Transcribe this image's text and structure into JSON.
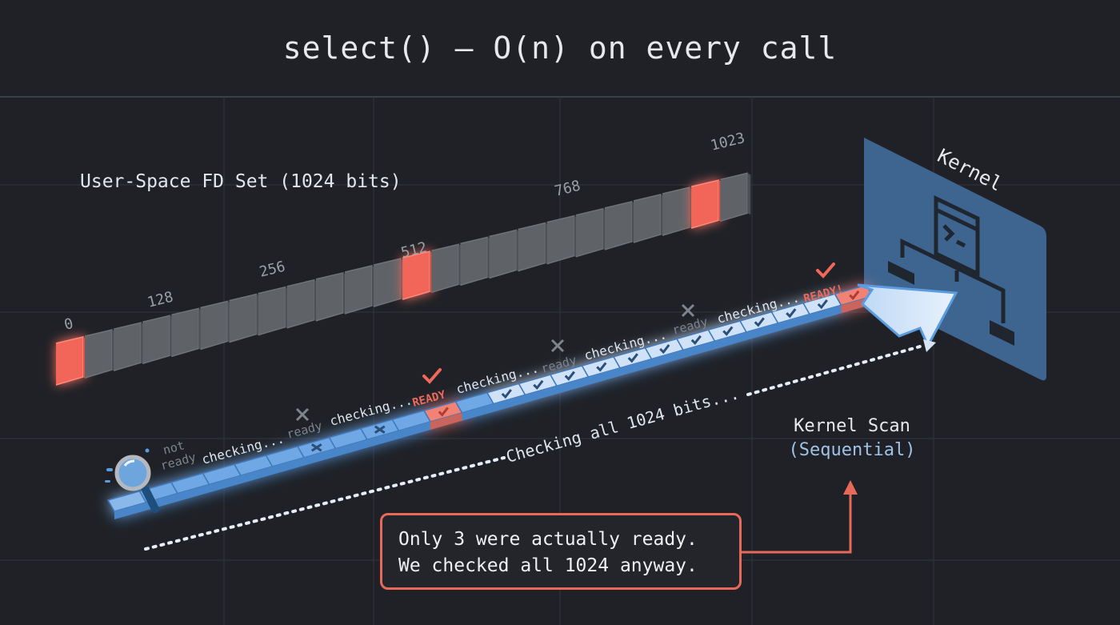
{
  "title": "select() — O(n) on every call",
  "userspace": {
    "label": "User-Space FD Set (1024 bits)",
    "index_labels": [
      "0",
      "128",
      "256",
      "512",
      "768",
      "1023"
    ],
    "ready_bits": [
      0,
      512,
      1000
    ],
    "total_bits": 1024
  },
  "kernel": {
    "panel_label": "Kernel",
    "icon": "terminal-tree-icon"
  },
  "scan": {
    "status_labels": [
      {
        "text": "not ready",
        "state": "not-ready"
      },
      {
        "text": "checking...",
        "state": "checking"
      },
      {
        "text": "ready",
        "state": "not-ready",
        "mark": "x"
      },
      {
        "text": "checking...",
        "state": "checking"
      },
      {
        "text": "READY",
        "state": "ready",
        "mark": "check"
      },
      {
        "text": "checking...",
        "state": "checking"
      },
      {
        "text": "ready",
        "state": "not-ready",
        "mark": "x"
      },
      {
        "text": "checking...",
        "state": "checking"
      },
      {
        "text": "ready",
        "state": "not-ready",
        "mark": "x"
      },
      {
        "text": "checking...",
        "state": "checking"
      },
      {
        "text": "READY!",
        "state": "ready",
        "mark": "check"
      }
    ],
    "progress_text": "Checking all 1024 bits...",
    "title": "Kernel Scan",
    "subtitle": "(Sequential)"
  },
  "callout": {
    "line1": "Only 3 were actually ready.",
    "line2": "We checked all 1024 anyway."
  },
  "colors": {
    "background": "#1f2126",
    "grid": "#2e3440",
    "bit_idle": "#5f6368",
    "bit_ready": "#f2665a",
    "scan_blue": "#5b9be0",
    "scan_light": "#b9d6f4",
    "kernel_panel": "#3f6690",
    "accent_red": "#e7695a"
  }
}
